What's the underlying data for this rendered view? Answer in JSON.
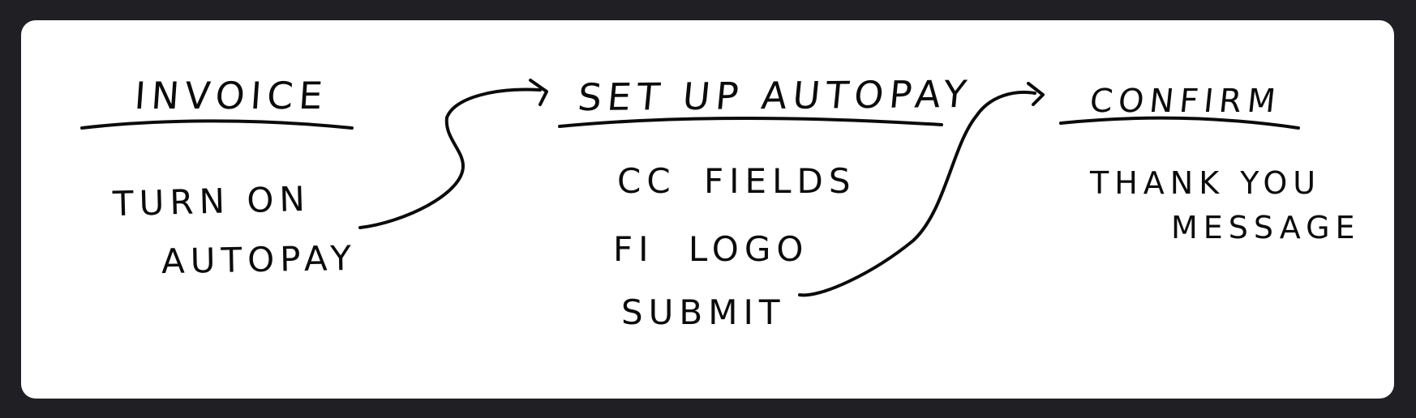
{
  "columns": [
    {
      "title": "INVOICE",
      "items": [
        "TURN ON",
        "AUTOPAY"
      ]
    },
    {
      "title": "SET UP AUTOPAY",
      "items": [
        "CC FIELDS",
        "FI LOGO",
        "SUBMIT"
      ]
    },
    {
      "title": "CONFIRM",
      "items": [
        "THANK YOU",
        "MESSAGE"
      ]
    }
  ],
  "colors": {
    "background": "#1f1f24",
    "board": "#ffffff",
    "ink": "#0b0b0b"
  }
}
